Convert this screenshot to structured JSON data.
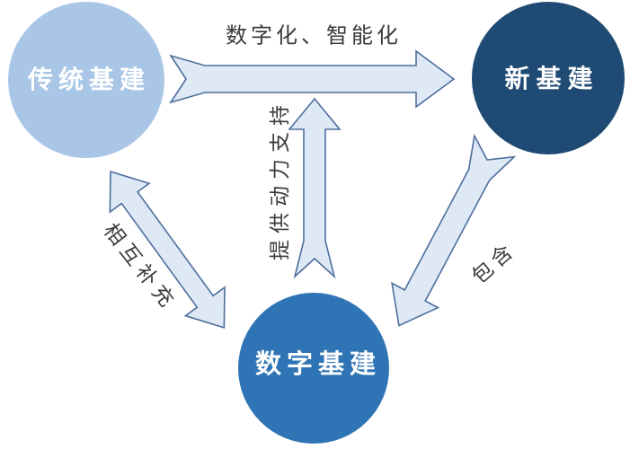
{
  "nodes": {
    "traditional": {
      "label": "传统基建",
      "fill": "#a9c6e6",
      "text_color": "#ffffff"
    },
    "new_infra": {
      "label": "新基建",
      "fill": "#1f4a73",
      "text_color": "#ffffff"
    },
    "digital": {
      "label": "数字基建",
      "fill": "#2f74b5",
      "text_color": "#ffffff"
    }
  },
  "edges": {
    "digitalization": {
      "label": "数字化、智能化",
      "from": "传统基建",
      "to": "新基建"
    },
    "power_support": {
      "label": "提供动力支持",
      "from": "数字基建",
      "to": "新基建/传统基建"
    },
    "mutual_complement": {
      "label": "相互补充",
      "between": "传统基建/数字基建"
    },
    "contains": {
      "label": "包含",
      "from": "新基建",
      "to": "数字基建"
    }
  },
  "style": {
    "background": "#ffffff",
    "arrow_fill": "#dee9f5",
    "arrow_stroke": "#4e6f9d",
    "edge_label_color": "#3c3c3c"
  }
}
